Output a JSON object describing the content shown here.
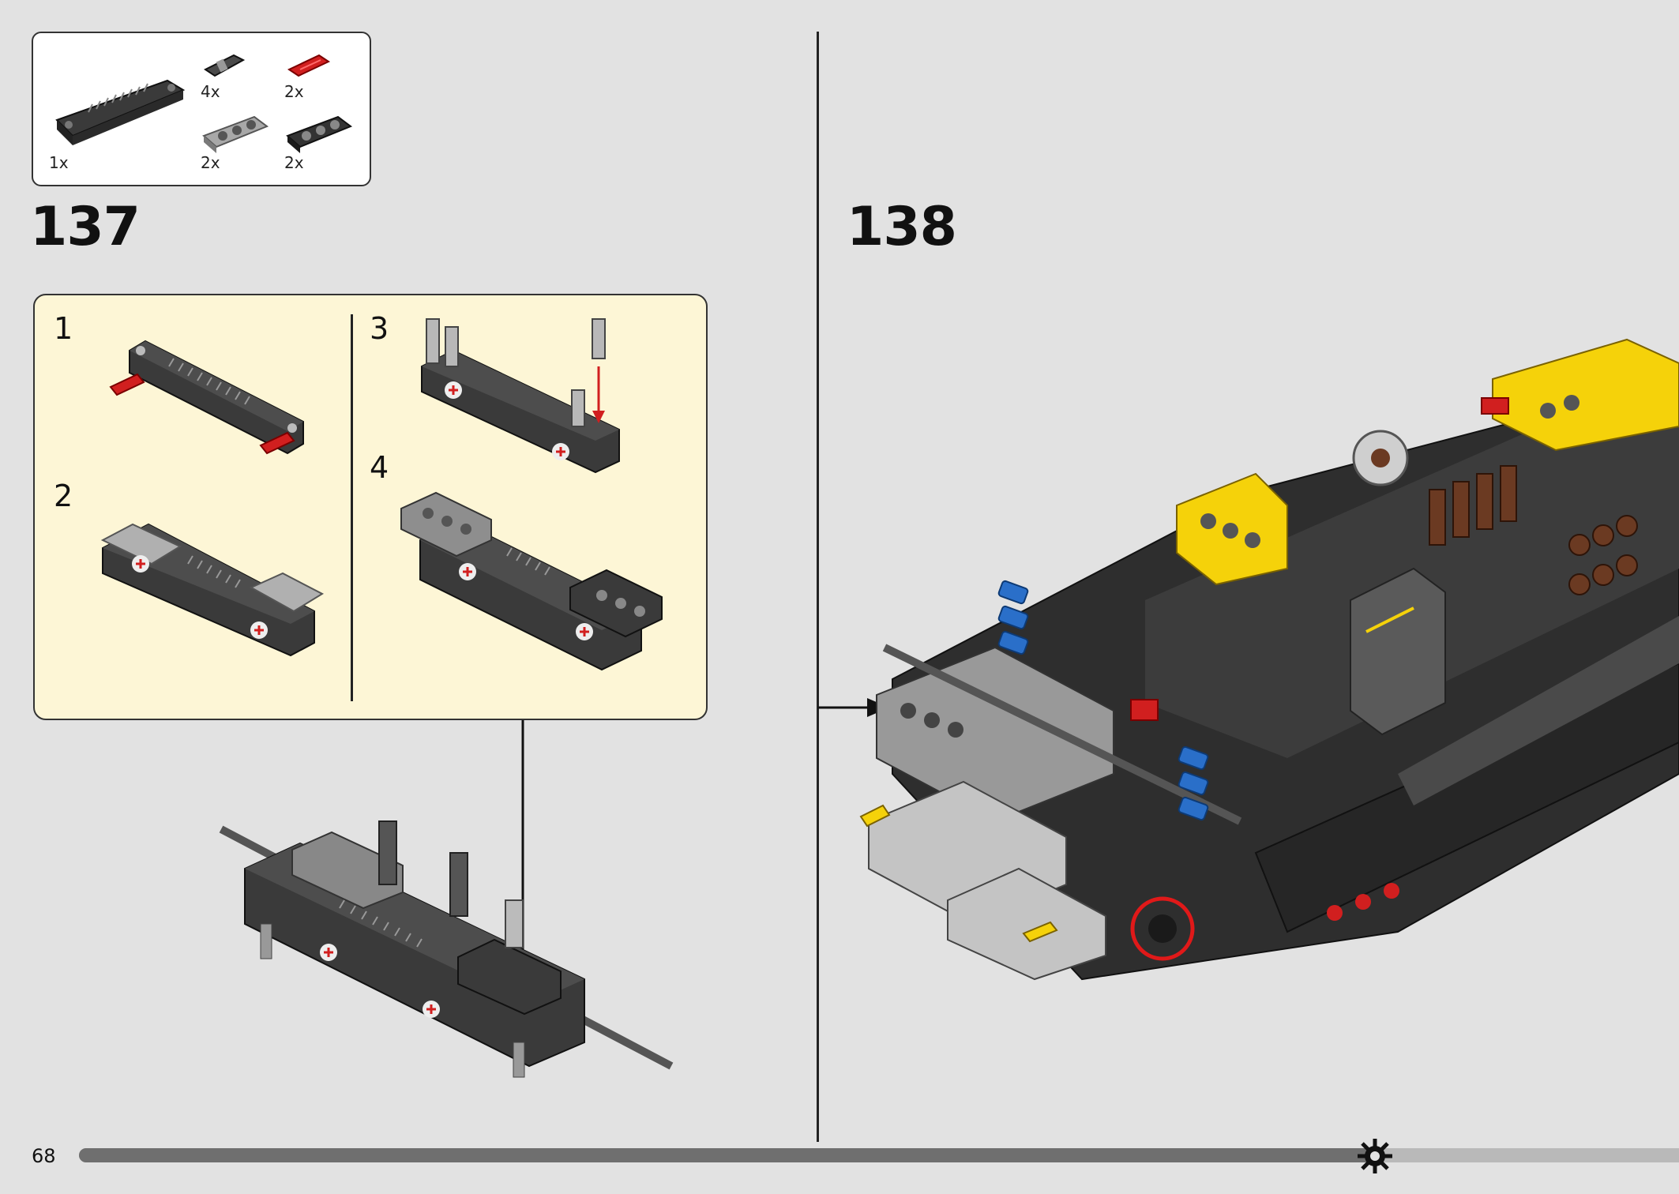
{
  "page": {
    "number": "68"
  },
  "parts_list": {
    "items": [
      {
        "name": "gear rack beam",
        "qty": "1x"
      },
      {
        "name": "axle connector",
        "qty": "4x"
      },
      {
        "name": "red axle pin",
        "qty": "2x"
      },
      {
        "name": "light gray 3-hole beam",
        "qty": "2x"
      },
      {
        "name": "black 3-hole beam",
        "qty": "2x"
      }
    ]
  },
  "steps": [
    {
      "number": "137",
      "substeps": [
        {
          "number": "1"
        },
        {
          "number": "2"
        },
        {
          "number": "3"
        },
        {
          "number": "4"
        }
      ]
    },
    {
      "number": "138"
    }
  ],
  "colors": {
    "background": "#e2e2e2",
    "substep_panel": "#fdf6d6",
    "dark_gray_part": "#3a3a3a",
    "light_gray_part": "#a8a8a8",
    "red_part": "#d11f1f",
    "yellow_part": "#f5d20a",
    "blue_part": "#2a6fc9",
    "brown_part": "#6b3a22",
    "progress_bar": "#6f6f6f"
  },
  "progress": {
    "fraction": 0.81
  }
}
